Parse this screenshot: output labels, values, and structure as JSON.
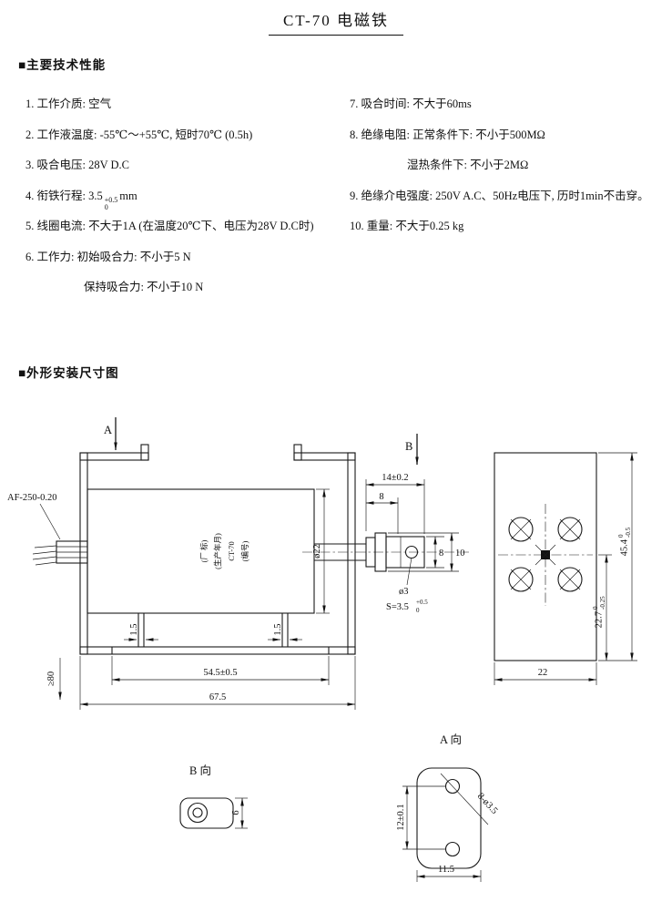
{
  "title": "CT-70  电磁铁",
  "headings": {
    "specs": "■主要技术性能",
    "drawing": "■外形安装尺寸图"
  },
  "specs": {
    "l1": "1. 工作介质: 空气",
    "l2": "2. 工作液温度: -55℃～+55℃, 短时70℃ (0.5h)",
    "l3": "3. 吸合电压: 28V D.C",
    "l4a": "4. 衔铁行程: 3.5",
    "l4sup": "+0.5",
    "l4sub": "0",
    "l4b": "mm",
    "l5": "5. 线圈电流: 不大于1A (在温度20℃下、电压为28V D.C时)",
    "l6": "6. 工作力: 初始吸合力: 不小于5 N",
    "l7": "保持吸合力: 不小于10 N",
    "r1": "7. 吸合时间: 不大于60ms",
    "r2": "8. 绝缘电阻: 正常条件下: 不小于500MΩ",
    "r3": "湿热条件下: 不小于2MΩ",
    "r4": "9. 绝缘介电强度: 250V A.C、50Hz电压下, 历时1min不击穿。",
    "r5": "10. 重量: 不大于0.25 kg"
  },
  "drawing": {
    "section_a": "A",
    "section_b": "B",
    "wire_spec": "AF-250-0.20",
    "mark1": "(厂 标)",
    "mark2": "(生产年月)",
    "mark3": "CT-70",
    "mark4": "(编号)",
    "dia22": "ø22",
    "d14": "14±0.2",
    "d8w": "8",
    "d8h": "8",
    "d10h": "10",
    "dia3": "ø3",
    "stroke": "S=3.5",
    "stroke_sup": "+0.5",
    "stroke_sub": "0",
    "t15_left": "1.5",
    "t15_right": "1.5",
    "d545": "54.5±0.5",
    "d675": "67.5",
    "wire_len": "≥80",
    "h454": "45.4",
    "h454_sup": "0",
    "h454_sub": "-0.5",
    "h227": "22.7",
    "h227_sup": "0",
    "h227_sub": "-0.25",
    "w22": "22",
    "view_b": "B 向",
    "d6": "6",
    "view_a": "A 向",
    "d12": "12±0.1",
    "holes": "8-ø3.5",
    "w115": "11.5"
  }
}
